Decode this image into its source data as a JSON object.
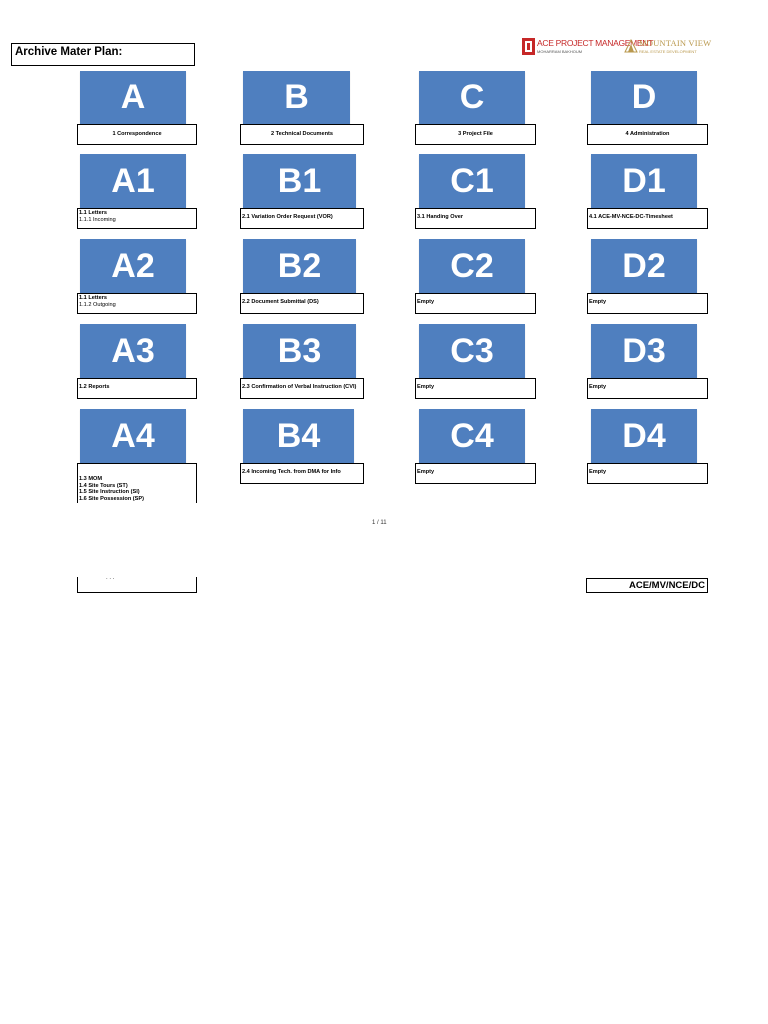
{
  "title": "Archive Mater Plan:",
  "logos": {
    "ace_name": "ACE PROJECT MANAGEMENT",
    "ace_sub": "MOHARRAM BAKHOUM",
    "mv_name": "MOUNTAIN VIEW",
    "mv_sub": "REAL ESTATE DEVELOPMENT"
  },
  "headers": [
    {
      "letter": "A",
      "label": "1 Correspondence"
    },
    {
      "letter": "B",
      "label": "2 Technical Documents"
    },
    {
      "letter": "C",
      "label": "3 Project File"
    },
    {
      "letter": "D",
      "label": "4 Administration"
    }
  ],
  "rows": [
    {
      "cells": [
        {
          "code": "A1",
          "line1": "1.1 Letters",
          "line2": "1.1.1 Incoming"
        },
        {
          "code": "B1",
          "line1": "2.1 Variation Order Request (VOR)"
        },
        {
          "code": "C1",
          "line1": "3.1 Handing Over"
        },
        {
          "code": "D1",
          "line1": "4.1 ACE-MV-NCE-DC-Timesheet"
        }
      ]
    },
    {
      "cells": [
        {
          "code": "A2",
          "line1": "1.1 Letters",
          "line2": "1.1.2 Outgoing"
        },
        {
          "code": "B2",
          "line1": "2.2 Document Submittal (DS)"
        },
        {
          "code": "C2",
          "line1": "Empty"
        },
        {
          "code": "D2",
          "line1": "Empty"
        }
      ]
    },
    {
      "cells": [
        {
          "code": "A3",
          "line1": "1.2 Reports"
        },
        {
          "code": "B3",
          "line1": "2.3 Confirmation of Verbal Instruction (CVI)"
        },
        {
          "code": "C3",
          "line1": "Empty"
        },
        {
          "code": "D3",
          "line1": "Empty"
        }
      ]
    },
    {
      "cells": [
        {
          "code": "A4",
          "lines": [
            "1.3 MOM",
            "1.4 Site Tours (ST)",
            "1.5 Site Instruction (SI)",
            "1.6 Site Possession (SP)"
          ]
        },
        {
          "code": "B4",
          "line1": "2.4 Incoming Tech. from DMA for Info"
        },
        {
          "code": "C4",
          "line1": "Empty"
        },
        {
          "code": "D4",
          "line1": "Empty"
        }
      ]
    }
  ],
  "page_indicator": "1 / 11",
  "footer_left_fragment": ". . .",
  "footer_code": "ACE/MV/NCE/DC",
  "colors": {
    "tile": "#4f7fbf",
    "ace_red": "#c62828",
    "mv_gold": "#b9984d"
  }
}
